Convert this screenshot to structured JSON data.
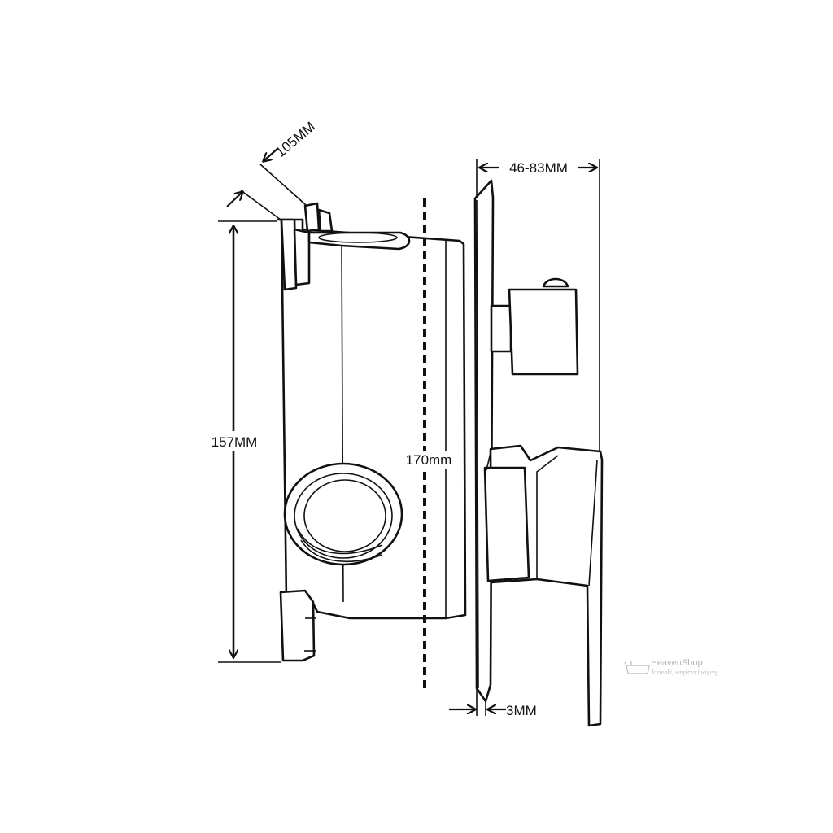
{
  "dimensions": {
    "height": "157MM",
    "depth": "170mm",
    "diagonal": "105MM",
    "projection": "46-83MM",
    "plate": "3MM"
  },
  "watermark": {
    "brand": "HeavenShop",
    "tagline": "łazienki, wnętrza i więcej"
  },
  "colors": {
    "ink": "#111111",
    "watermark": "#b3b3b3"
  }
}
